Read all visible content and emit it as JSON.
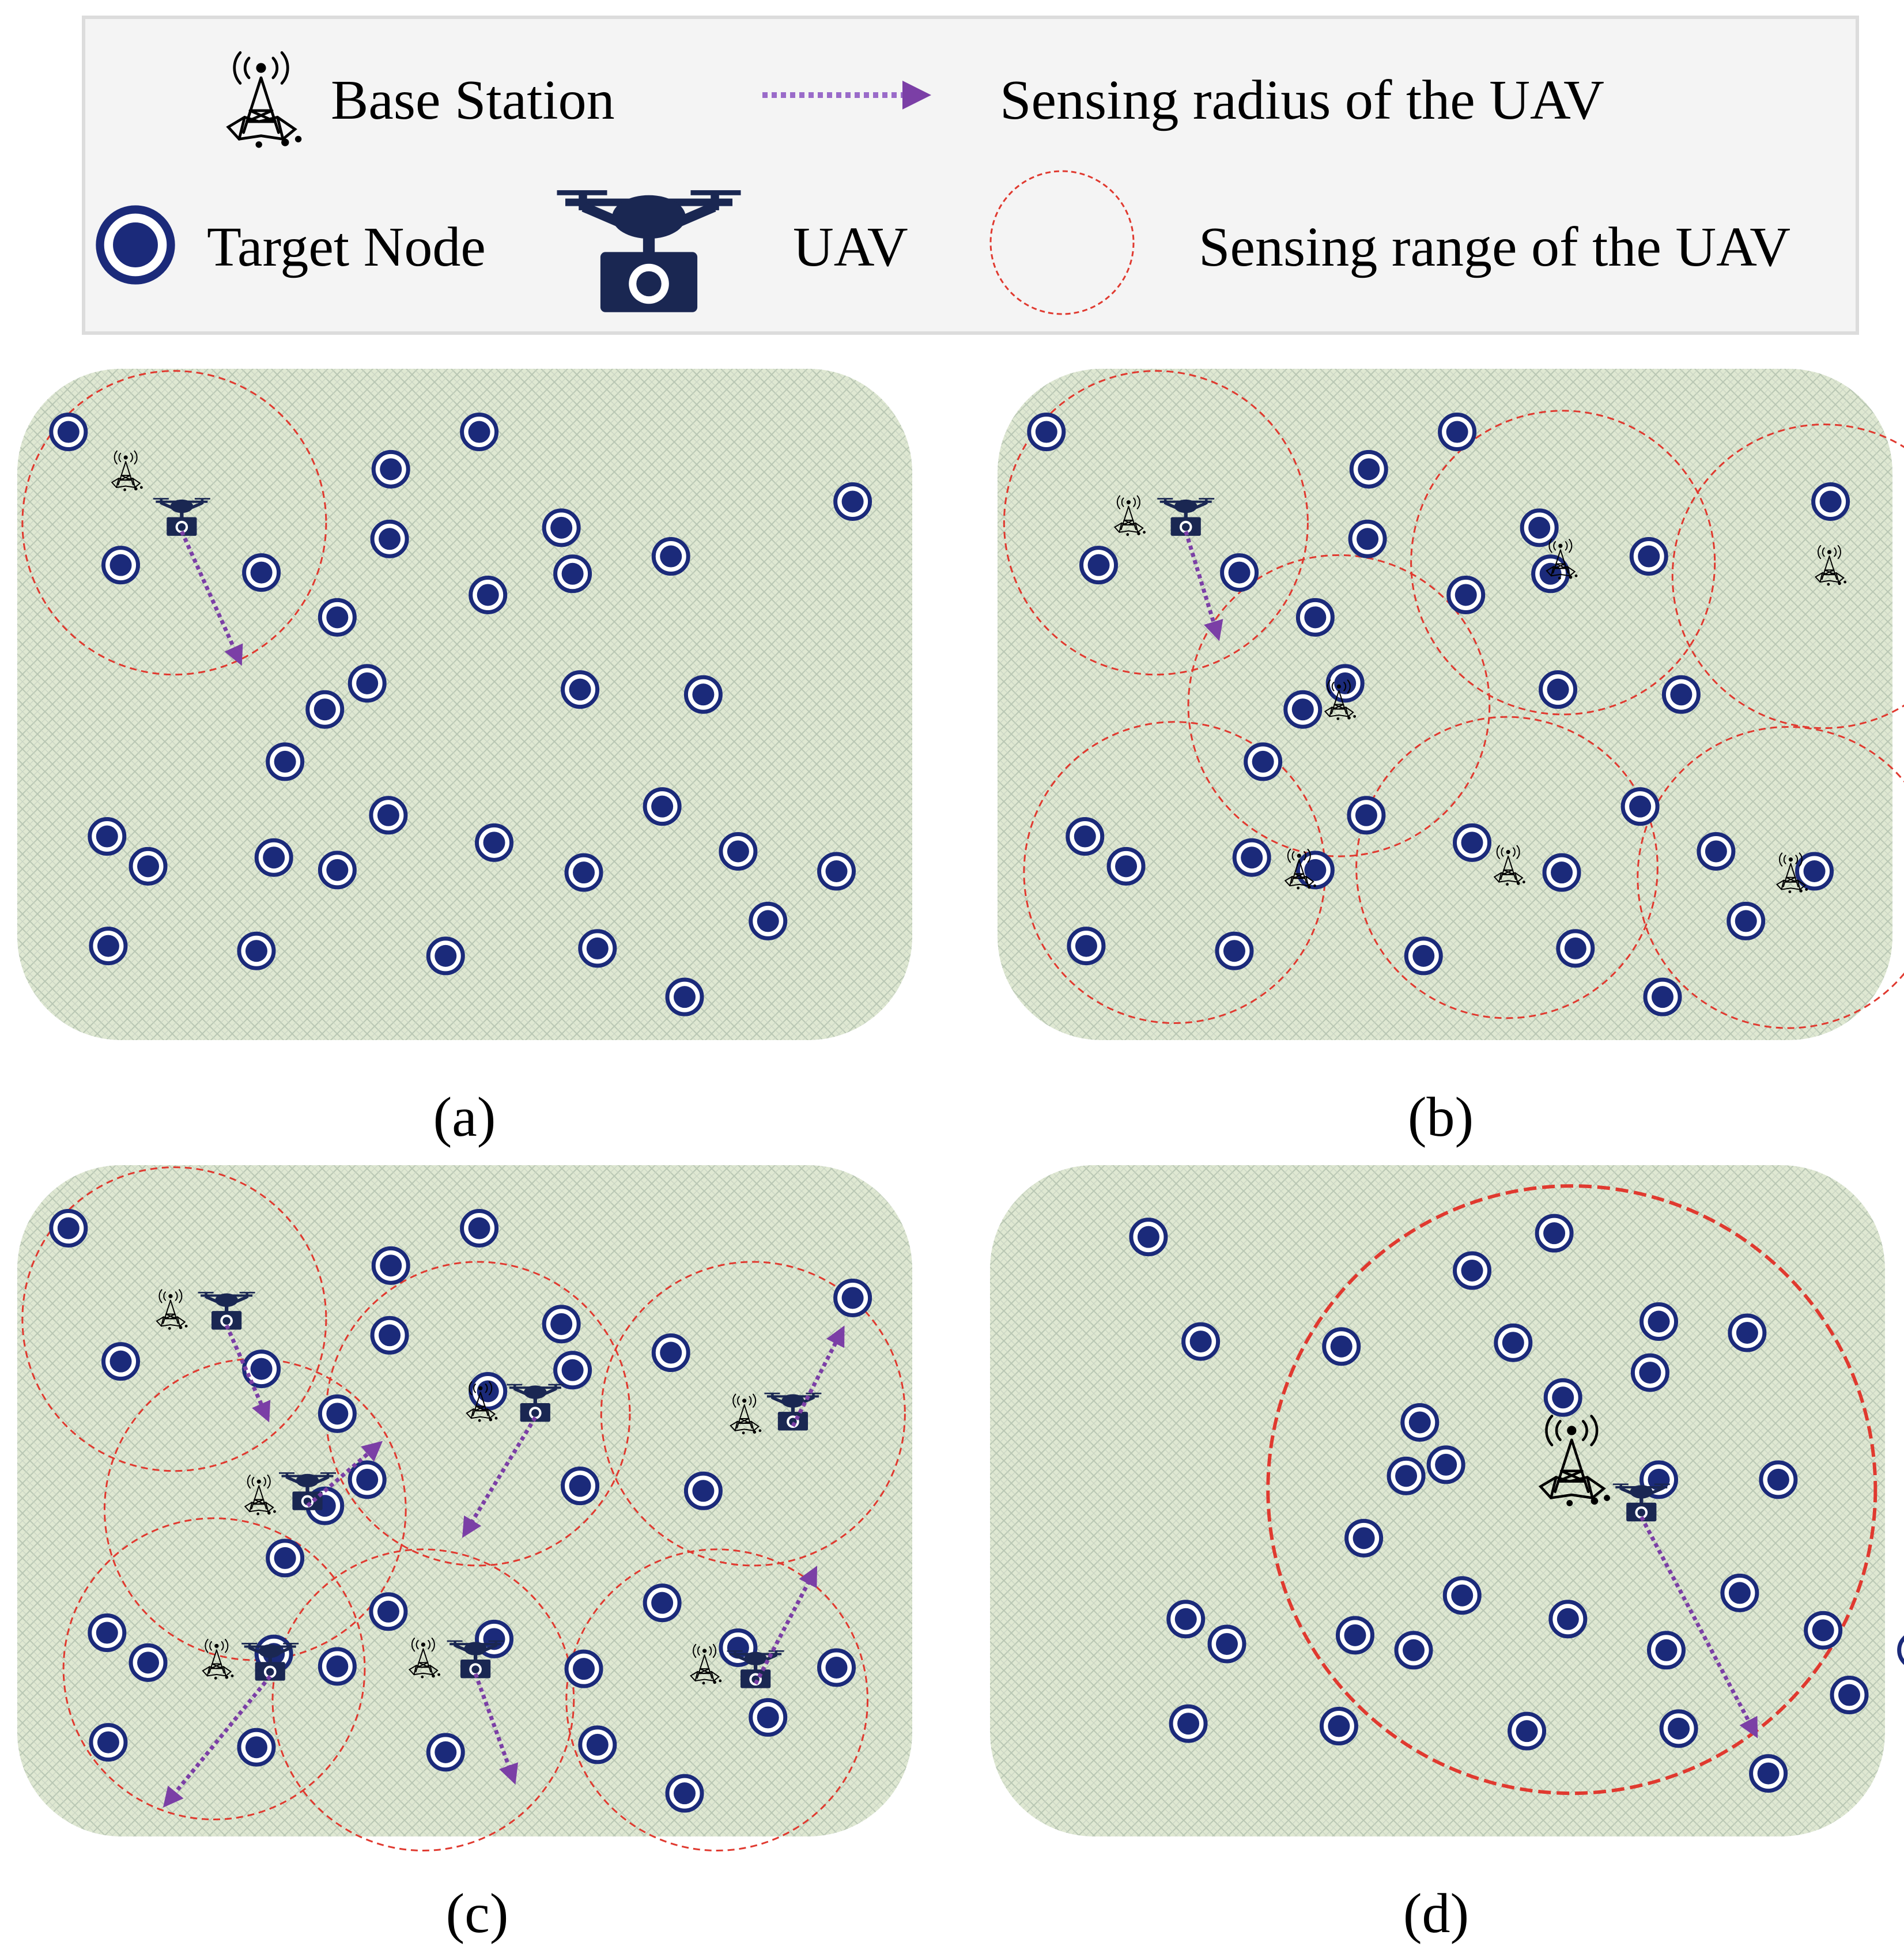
{
  "legend": {
    "base_station": "Base Station",
    "sensing_radius": "Sensing radius of the UAV",
    "target_node": "Target Node",
    "uav": "UAV",
    "sensing_range": "Sensing range of the UAV"
  },
  "icons": {
    "base_station": "base-station-icon",
    "target_node": "target-node-icon",
    "uav": "uav-icon",
    "sensing_radius": "sensing-radius-arrow",
    "sensing_range": "sensing-range-circle"
  },
  "colors": {
    "node": "#1b2a7a",
    "uav": "#1a2752",
    "range": "#e0392f",
    "radius_arrow": "#7b3fa6",
    "panel_fill": "#dfe8d2"
  },
  "panels": [
    {
      "id": "a",
      "caption": "(a)"
    },
    {
      "id": "b",
      "caption": "(b)"
    },
    {
      "id": "c",
      "caption": "(c)"
    },
    {
      "id": "d",
      "caption": "(d)"
    }
  ]
}
